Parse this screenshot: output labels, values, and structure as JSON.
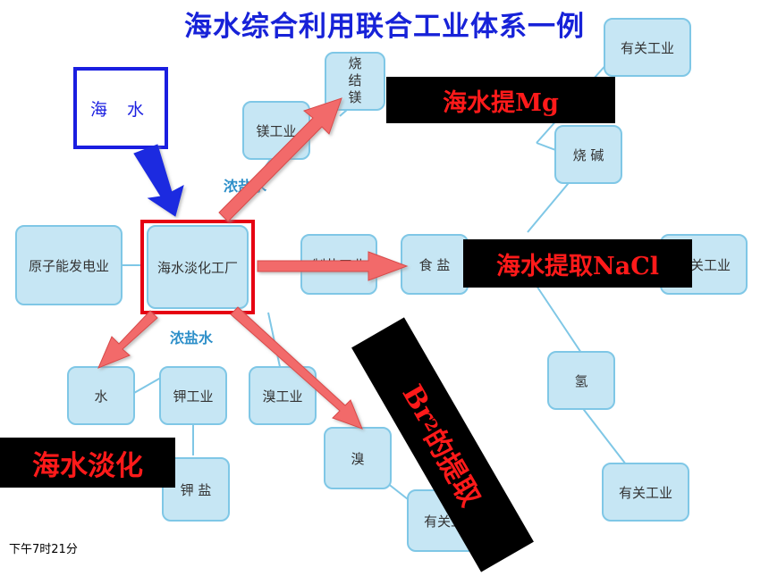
{
  "title": "海水综合利用联合工业体系一例",
  "seawater": "海 水",
  "factory": "海水淡化工厂",
  "brine_top": "浓盐水",
  "brine_bottom": "浓盐水",
  "nodes": {
    "nuclear": "原子能发电业",
    "mg_industry": "镁工业",
    "mg_sinter": "烧结镁",
    "salt_industry": "制盐工业",
    "salt": "食 盐",
    "caustic": "烧 碱",
    "related_top": "有关工业",
    "related_mid": "有关工业",
    "hydrogen": "氢",
    "related_right_bottom": "有关工业",
    "water": "水",
    "potassium_industry": "钾工业",
    "potassium_salt": "钾 盐",
    "bromine_industry": "溴工业",
    "bromine": "溴",
    "related_bottom": "有关工业"
  },
  "labels": {
    "mg": "海水提Mg",
    "nacl": "海水提取NaCl",
    "desal": "海水淡化",
    "br_prefix": "Br",
    "br_sub": "2",
    "br_suffix": "的提取"
  },
  "time": "下午7时21分",
  "colors": {
    "title": "#1722d8",
    "node_fill": "#c6e6f4",
    "node_border": "#7fc7e6",
    "arrow_red": "#f26b6b",
    "label_text": "#ff1a1a"
  }
}
